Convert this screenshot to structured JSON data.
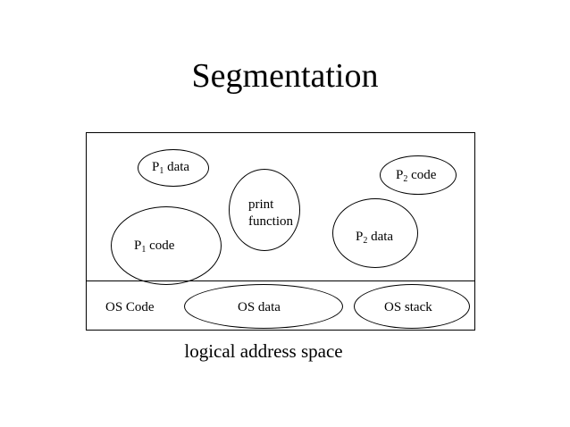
{
  "title": "Segmentation",
  "caption": "logical address space",
  "segments": {
    "p1_data": {
      "name": "P",
      "sub": "1",
      "suffix": " data"
    },
    "p1_code": {
      "name": "P",
      "sub": "1",
      "suffix": " code"
    },
    "print_function": {
      "line1": "print",
      "line2": "function"
    },
    "p2_code": {
      "name": "P",
      "sub": "2",
      "suffix": " code"
    },
    "p2_data": {
      "name": "P",
      "sub": "2",
      "suffix": " data"
    },
    "os_code": "OS Code",
    "os_data": "OS data",
    "os_stack": "OS stack"
  }
}
